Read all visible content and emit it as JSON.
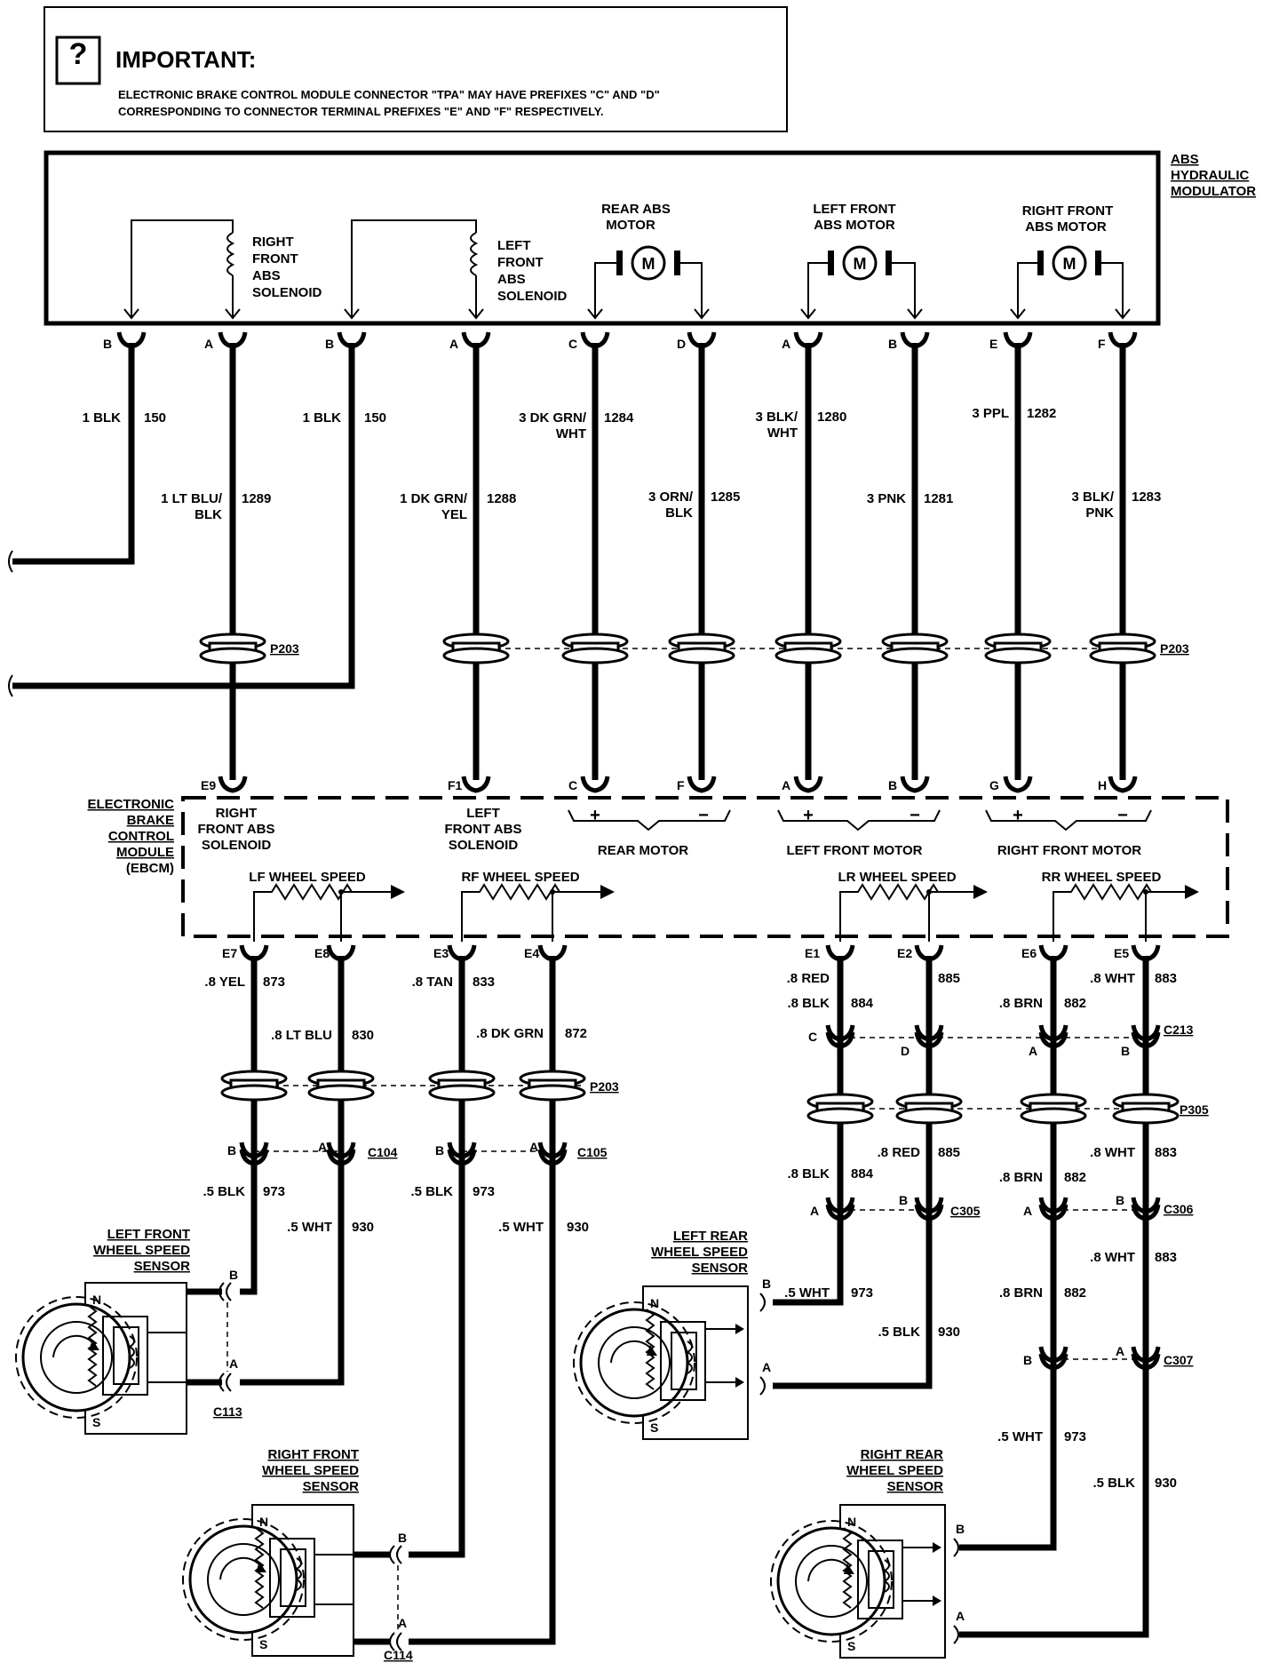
{
  "notice": {
    "title": "IMPORTANT:",
    "line1": "ELECTRONIC BRAKE CONTROL MODULE CONNECTOR \"TPA\" MAY HAVE PREFIXES \"C\" AND \"D\"",
    "line2": "CORRESPONDING TO CONNECTOR TERMINAL PREFIXES \"E\" AND \"F\" RESPECTIVELY."
  },
  "modulator": {
    "name_l1": "ABS",
    "name_l2": "HYDRAULIC",
    "name_l3": "MODULATOR",
    "rf_sol": [
      "RIGHT",
      "FRONT",
      "ABS",
      "SOLENOID"
    ],
    "lf_sol": [
      "LEFT",
      "FRONT",
      "ABS",
      "SOLENOID"
    ],
    "rear_motor": [
      "REAR ABS",
      "MOTOR"
    ],
    "lf_motor": [
      "LEFT FRONT",
      "ABS MOTOR"
    ],
    "rf_motor": [
      "RIGHT FRONT",
      "ABS MOTOR"
    ],
    "motor_symbol": "M",
    "pins": [
      "B",
      "A",
      "B",
      "A",
      "C",
      "D",
      "A",
      "B",
      "E",
      "F"
    ]
  },
  "upper_wires": [
    {
      "color": "1 BLK",
      "color2": "",
      "circuit": "150"
    },
    {
      "color": "1 LT BLU/",
      "color2": "BLK",
      "circuit": "1289"
    },
    {
      "color": "1 BLK",
      "color2": "",
      "circuit": "150"
    },
    {
      "color": "1 DK GRN/",
      "color2": "YEL",
      "circuit": "1288"
    },
    {
      "color": "3 DK GRN/",
      "color2": "WHT",
      "circuit": "1284"
    },
    {
      "color": "3 ORN/",
      "color2": "BLK",
      "circuit": "1285"
    },
    {
      "color": "3 BLK/",
      "color2": "WHT",
      "circuit": "1280"
    },
    {
      "color": "3 PNK",
      "color2": "",
      "circuit": "1281"
    },
    {
      "color": "3 PPL",
      "color2": "",
      "circuit": "1282"
    },
    {
      "color": "3 BLK/",
      "color2": "PNK",
      "circuit": "1283"
    }
  ],
  "connectors": {
    "p203_a": "P203",
    "p203_b": "P203",
    "p203_c": "P203",
    "c213": "C213",
    "p305": "P305",
    "c104": "C104",
    "c105": "C105",
    "c305": "C305",
    "c306": "C306",
    "c307": "C307",
    "c113": "C113",
    "c114": "C114"
  },
  "ebcm": {
    "name": [
      "ELECTRONIC",
      "BRAKE",
      "CONTROL",
      "MODULE",
      "(EBCM)"
    ],
    "top_pins": [
      "E9",
      "F1",
      "C",
      "F",
      "A",
      "B",
      "G",
      "H"
    ],
    "rf_sol": [
      "RIGHT",
      "FRONT ABS",
      "SOLENOID"
    ],
    "lf_sol": [
      "LEFT",
      "FRONT ABS",
      "SOLENOID"
    ],
    "rear_motor": "REAR MOTOR",
    "lf_motor": "LEFT FRONT MOTOR",
    "rf_motor": "RIGHT FRONT MOTOR",
    "plus": "+",
    "minus": "−",
    "lf_speed": "LF WHEEL SPEED",
    "rf_speed": "RF WHEEL SPEED",
    "lr_speed": "LR WHEEL SPEED",
    "rr_speed": "RR WHEEL SPEED",
    "bottom_pins": [
      "E7",
      "E8",
      "E3",
      "E4",
      "E1",
      "E2",
      "E6",
      "E5"
    ]
  },
  "lower_wires": {
    "lf": [
      ".8 YEL",
      "873",
      ".8 LT BLU",
      "830",
      ".5 BLK",
      "973",
      ".5 WHT",
      "930"
    ],
    "rf": [
      ".8 TAN",
      "833",
      ".8 DK GRN",
      "872",
      ".5 BLK",
      "973",
      ".5 WHT",
      "930"
    ],
    "lr": [
      ".8 BLK",
      "884",
      ".8 RED",
      "885",
      ".8 BLK",
      "884",
      ".8 RED",
      "885",
      ".5 WHT",
      "973",
      ".5 BLK",
      "930"
    ],
    "rr": [
      ".8 BRN",
      "882",
      ".8 WHT",
      "883",
      ".8 BRN",
      "882",
      ".8 WHT",
      "883",
      ".8 BRN",
      "882",
      ".8 WHT",
      "883",
      ".5 WHT",
      "973",
      ".5 BLK",
      "930"
    ]
  },
  "sensors": {
    "lf": [
      "LEFT FRONT",
      "WHEEL SPEED",
      "SENSOR"
    ],
    "rf": [
      "RIGHT FRONT",
      "WHEEL SPEED",
      "SENSOR"
    ],
    "lr": [
      "LEFT REAR",
      "WHEEL SPEED",
      "SENSOR"
    ],
    "rr": [
      "RIGHT REAR",
      "WHEEL SPEED",
      "SENSOR"
    ],
    "n": "N",
    "s": "S",
    "pin_a": "A",
    "pin_b": "B",
    "pin_c": "C",
    "pin_d": "D"
  }
}
